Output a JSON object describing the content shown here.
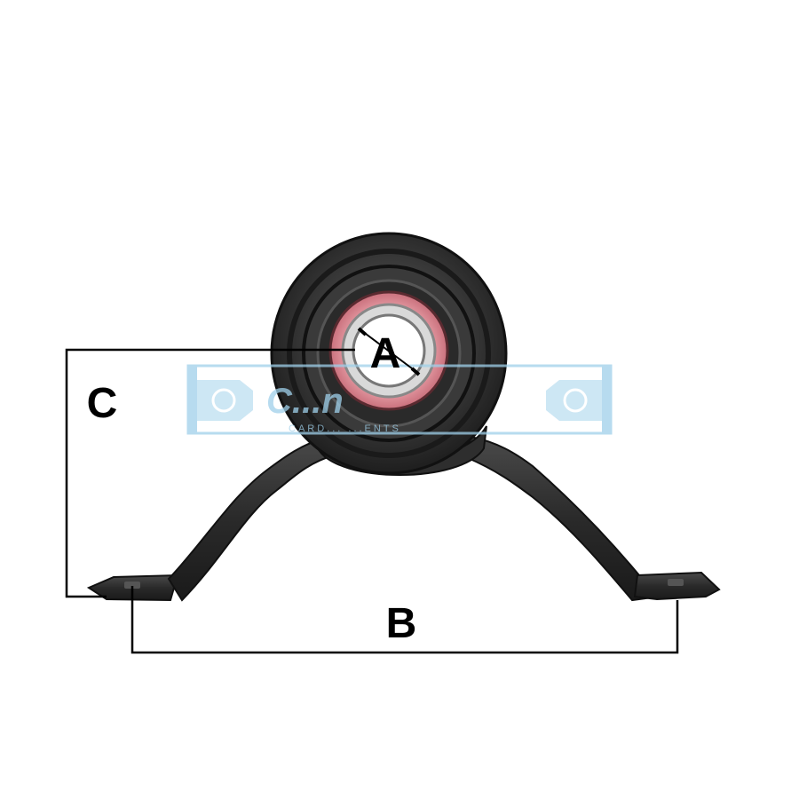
{
  "labels": {
    "a": "A",
    "b": "B",
    "c": "C"
  },
  "watermark": {
    "text": "C...n",
    "subtext": "CARD... ...ENTS",
    "color": "#9fd0ea"
  },
  "colors": {
    "metal": "#2b2b2b",
    "bearing_red": "#e8a0a8",
    "dimension_line": "#000000"
  }
}
